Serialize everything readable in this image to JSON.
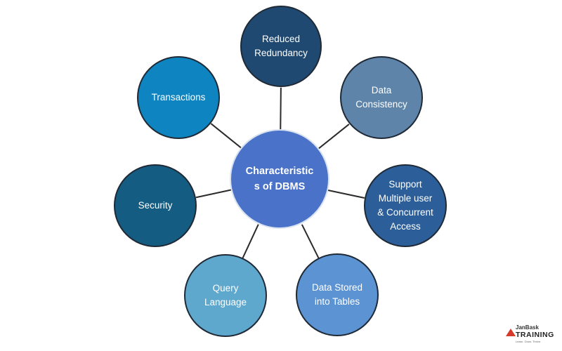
{
  "diagram": {
    "center": {
      "id": "center",
      "lines": [
        "Characteristic",
        "s of DBMS"
      ],
      "color": "#4a72c8"
    },
    "nodes": [
      {
        "id": "reduced-redundancy",
        "lines": [
          "Reduced",
          "Redundancy"
        ],
        "color": "#1f4970"
      },
      {
        "id": "data-consistency",
        "lines": [
          "Data",
          "Consistency"
        ],
        "color": "#5e84aa"
      },
      {
        "id": "support-multiple-user",
        "lines": [
          "Support",
          "Multiple user",
          "& Concurrent",
          "Access"
        ],
        "color": "#2c5f9a"
      },
      {
        "id": "data-stored-into-tables",
        "lines": [
          "Data Stored",
          "into Tables"
        ],
        "color": "#5b93d3"
      },
      {
        "id": "query-language",
        "lines": [
          "Query",
          "Language"
        ],
        "color": "#5ea7cd"
      },
      {
        "id": "security",
        "lines": [
          "Security"
        ],
        "color": "#145c82"
      },
      {
        "id": "transactions",
        "lines": [
          "Transactions"
        ],
        "color": "#0e85c0"
      }
    ],
    "connector_color": "#2b2b2b"
  },
  "logo": {
    "brand": "JanBask",
    "word": "TRAINING",
    "tagline": "Learn. Grow. Thrive."
  }
}
